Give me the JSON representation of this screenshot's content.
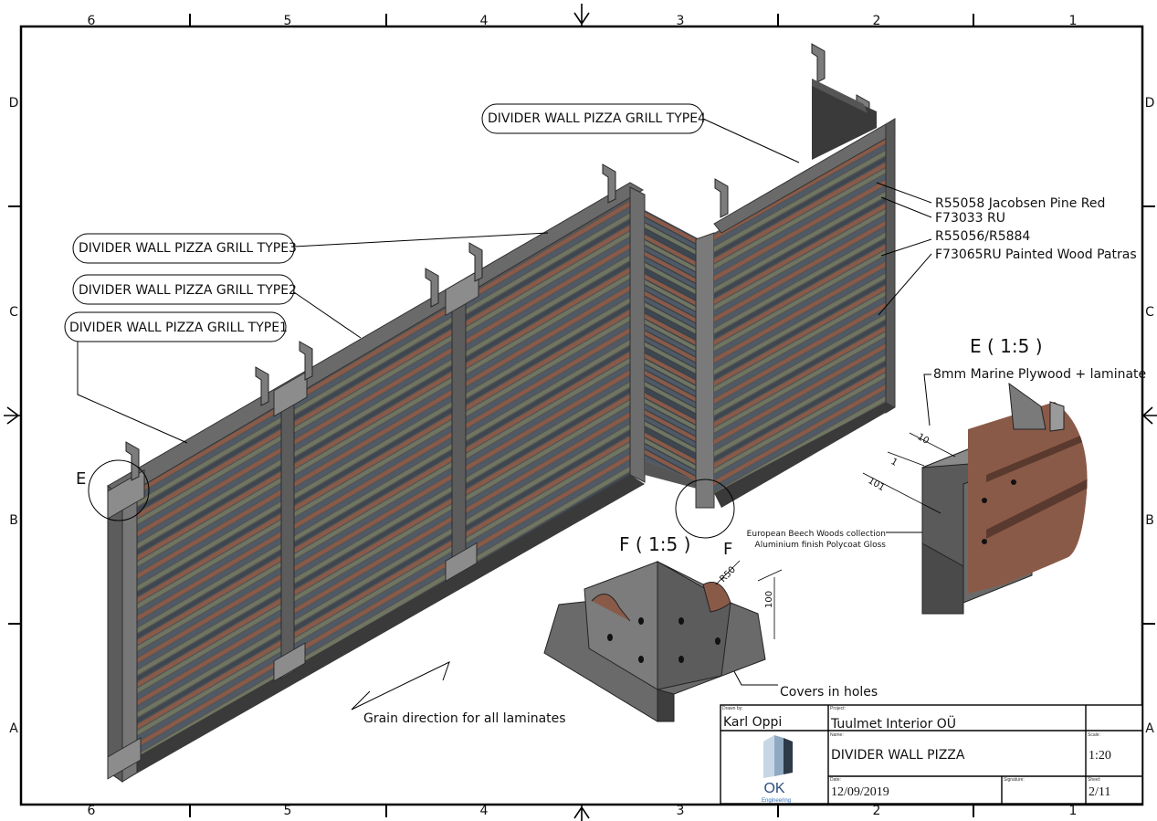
{
  "sheet": {
    "zone_numbers_top": [
      "6",
      "5",
      "4",
      "3",
      "2",
      "1"
    ],
    "zone_numbers_bottom": [
      "6",
      "5",
      "4",
      "3",
      "2",
      "1"
    ],
    "zone_letters": [
      "D",
      "C",
      "B",
      "A"
    ]
  },
  "callouts": {
    "type4": "DIVIDER WALL PIZZA GRILL TYPE4",
    "type3": "DIVIDER WALL PIZZA GRILL TYPE3",
    "type2": "DIVIDER WALL PIZZA GRILL TYPE2",
    "type1": "DIVIDER WALL PIZZA GRILL TYPE1"
  },
  "materials": {
    "m1": "R55058 Jacobsen Pine Red",
    "m2": "F73033 RU",
    "m3": "R55056/R5884",
    "m4": "F73065RU Painted Wood Patras"
  },
  "detail_e": {
    "marker": "E",
    "title": "E ( 1:5 )",
    "note": "8mm Marine Plywood + laminate",
    "dim_10": "10",
    "dim_1": "1",
    "dim_101": "101",
    "finish_line1": "European Beech Woods collection",
    "finish_line2": "Aluminium finish Polycoat Gloss"
  },
  "detail_f": {
    "marker": "F",
    "title": "F ( 1:5 )",
    "radius": "R50",
    "dim_100": "100",
    "covers": "Covers in holes"
  },
  "grain_note": "Grain direction for all laminates",
  "title_block": {
    "drawn_by_label": "Drawn by:",
    "drawn_by": "Karl Oppi",
    "project_label": "Project:",
    "project": "Tuulmet Interior OÜ",
    "name_label": "Name:",
    "name": "DIVIDER WALL PIZZA",
    "scale_label": "Scale:",
    "scale": "1:20",
    "date_label": "Date:",
    "date": "12/09/2019",
    "signature_label": "Signature:",
    "sheet_label": "Sheet:",
    "sheet": "2/11",
    "logo_text": "OK",
    "logo_sub": "Engineering"
  },
  "colors": {
    "frame": "#4a4a4a",
    "slat_red": "#8a5a48",
    "slat_blue": "#4f5a66",
    "slat_olive": "#6f7560",
    "slat_dark": "#3e4650"
  }
}
